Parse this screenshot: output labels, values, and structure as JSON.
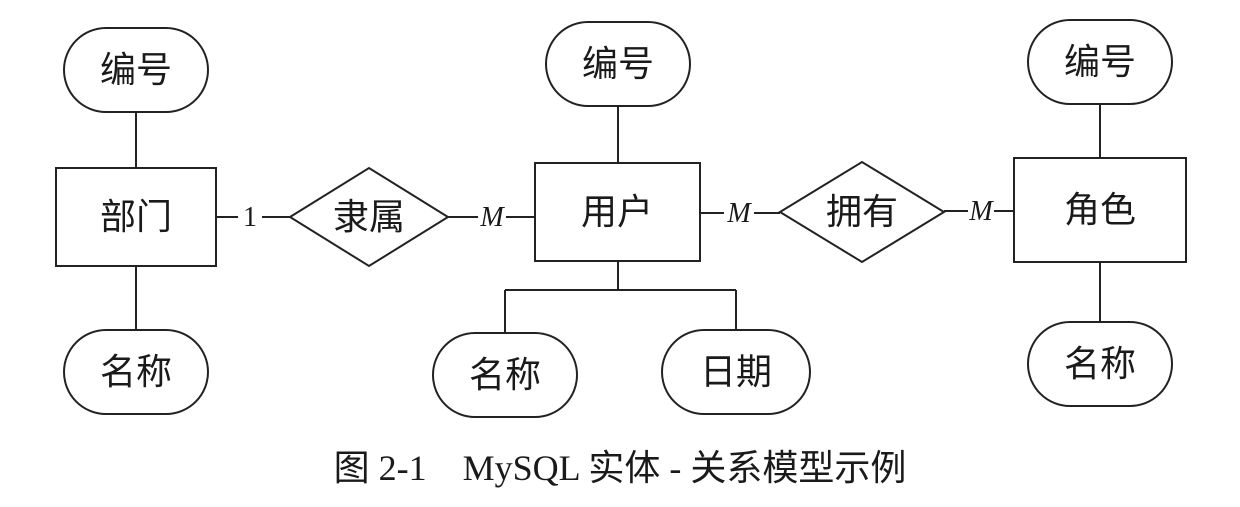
{
  "entities": {
    "department": "部门",
    "user": "用户",
    "role": "角色"
  },
  "relationships": {
    "belongs": "隶属",
    "owns": "拥有"
  },
  "attributes": {
    "department_id": "编号",
    "department_name": "名称",
    "user_id": "编号",
    "user_name": "名称",
    "user_date": "日期",
    "role_id": "编号",
    "role_name": "名称"
  },
  "cardinalities": {
    "department_belongs": "1",
    "belongs_user": "M",
    "user_owns": "M",
    "owns_role": "M"
  },
  "caption": "图 2-1    MySQL 实体 - 关系模型示例"
}
